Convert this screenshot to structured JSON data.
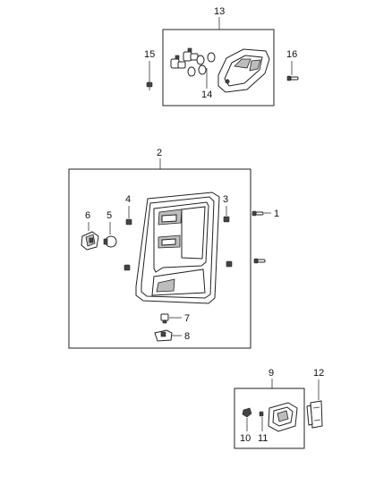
{
  "callouts": {
    "c1": "1",
    "c2": "2",
    "c3": "3",
    "c4": "4",
    "c5": "5",
    "c6": "6",
    "c7": "7",
    "c8": "8",
    "c9": "9",
    "c10": "10",
    "c11": "11",
    "c12": "12",
    "c13": "13",
    "c14": "14",
    "c15": "15",
    "c16": "16"
  },
  "icons": {
    "lamp": "tail-lamp-assembly-icon",
    "bulb": "bulb-icon",
    "socket": "bulb-socket-icon",
    "fastener": "screw-fastener-icon",
    "nut": "push-nut-icon",
    "gasket": "gasket-icon",
    "cargo_lamp": "cargo-lamp-icon",
    "license_lamp": "license-lamp-icon",
    "bracket": "bracket-icon"
  }
}
